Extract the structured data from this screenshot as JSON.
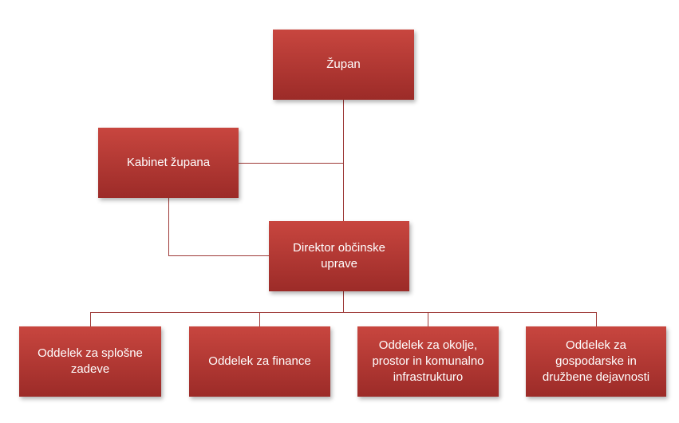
{
  "diagram": {
    "type": "org_chart",
    "colors": {
      "background": "#FFFFFF",
      "node_gradient_top": "#C8463F",
      "node_gradient_bottom": "#9C2B28",
      "node_text": "#FFFFFF",
      "connector": "#9E3A38"
    },
    "nodes": [
      {
        "id": "zupan",
        "label": "Župan"
      },
      {
        "id": "kabinet-zupana",
        "label": "Kabinet župana"
      },
      {
        "id": "direktor-obcinske-uprave",
        "label": "Direktor občinske uprave"
      },
      {
        "id": "oddelek-za-splosne-zadeve",
        "label": "Oddelek za splošne zadeve"
      },
      {
        "id": "oddelek-za-finance",
        "label": "Oddelek za finance"
      },
      {
        "id": "oddelek-za-okolje-prostor-in-komunalno-infrastrukturo",
        "label": "Oddelek za okolje, prostor in komunalno infrastrukturo"
      },
      {
        "id": "oddelek-za-gospodarske-in-druzbene-dejavnosti",
        "label": "Oddelek za gospodarske in družbene dejavnosti"
      }
    ],
    "edges": [
      {
        "from": "zupan",
        "to": "direktor-obcinske-uprave",
        "type": "reports"
      },
      {
        "from": "kabinet-zupana",
        "to": "zupan",
        "type": "assistant"
      },
      {
        "from": "kabinet-zupana",
        "to": "direktor-obcinske-uprave",
        "type": "assistant"
      },
      {
        "from": "direktor-obcinske-uprave",
        "to": "oddelek-za-splosne-zadeve",
        "type": "reports"
      },
      {
        "from": "direktor-obcinske-uprave",
        "to": "oddelek-za-finance",
        "type": "reports"
      },
      {
        "from": "direktor-obcinske-uprave",
        "to": "oddelek-za-okolje-prostor-in-komunalno-infrastrukturo",
        "type": "reports"
      },
      {
        "from": "direktor-obcinske-uprave",
        "to": "oddelek-za-gospodarske-in-druzbene-dejavnosti",
        "type": "reports"
      }
    ]
  }
}
